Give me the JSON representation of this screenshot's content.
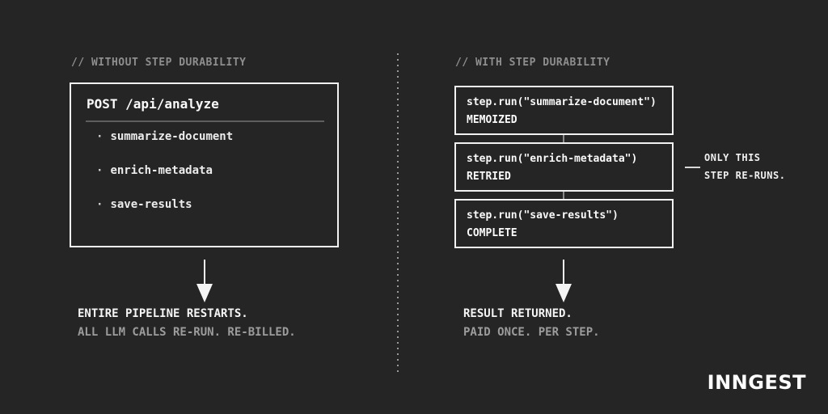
{
  "colors": {
    "background": "#252525",
    "text_primary": "#f5f5f5",
    "text_muted": "#9c9c9c",
    "header_muted": "#8e8e8e",
    "box_border": "#f2f2f2",
    "inner_divider": "#5e5e5e",
    "dotted_divider": "#9a9a9a"
  },
  "left": {
    "header": "// WITHOUT STEP DURABILITY",
    "request_box": {
      "title": "POST /api/analyze",
      "bullet_char": "·",
      "steps": [
        "summarize-document",
        "enrich-metadata",
        "save-results"
      ]
    },
    "outcome": {
      "line1": "ENTIRE PIPELINE RESTARTS.",
      "line2": "ALL LLM CALLS RE-RUN. RE-BILLED."
    }
  },
  "right": {
    "header": "// WITH STEP DURABILITY",
    "steps": [
      {
        "code": "step.run(\"summarize-document\")",
        "status": "MEMOIZED"
      },
      {
        "code": "step.run(\"enrich-metadata\")",
        "status": "RETRIED"
      },
      {
        "code": "step.run(\"save-results\")",
        "status": "COMPLETE"
      }
    ],
    "annotation": {
      "line1": "ONLY THIS",
      "line2": "STEP RE-RUNS."
    },
    "outcome": {
      "line1": "RESULT RETURNED.",
      "line2": "PAID ONCE. PER STEP."
    }
  },
  "brand": {
    "logo": "INNGEST"
  }
}
